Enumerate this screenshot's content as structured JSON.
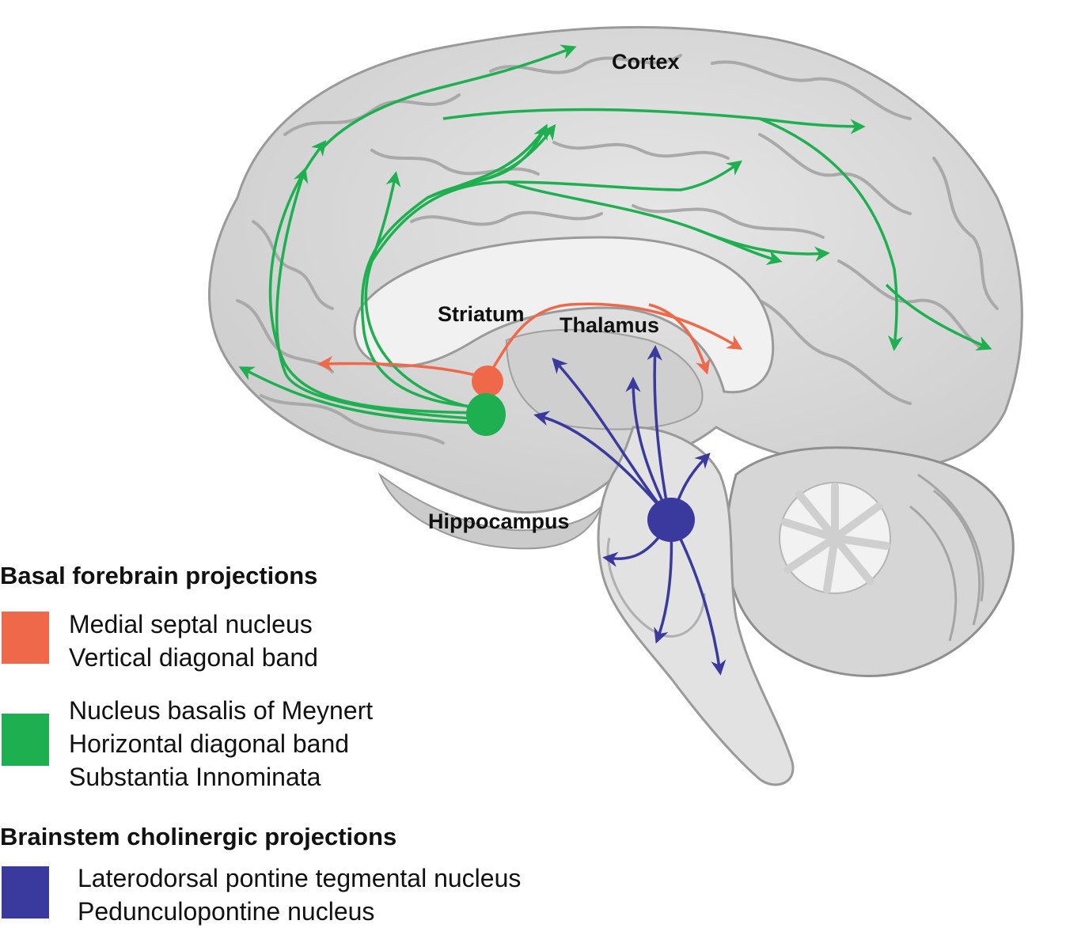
{
  "diagram": {
    "labels": {
      "cortex": "Cortex",
      "striatum": "Striatum",
      "thalamus": "Thalamus",
      "hippocampus": "Hippocampus"
    }
  },
  "legend": {
    "basal_heading": "Basal forebrain projections",
    "groups": [
      {
        "color": "#f0684a",
        "icon": "orange-square",
        "lines": [
          "Medial septal nucleus",
          "Vertical diagonal band"
        ]
      },
      {
        "color": "#1eb050",
        "icon": "green-square",
        "lines": [
          "Nucleus basalis of Meynert",
          "Horizontal diagonal band",
          "Substantia Innominata"
        ]
      }
    ],
    "brainstem_heading": "Brainstem cholinergic projections",
    "brainstem_group": {
      "color": "#3a3a9e",
      "icon": "blue-square",
      "lines": [
        "Laterodorsal pontine tegmental nucleus",
        "Pedunculopontine nucleus"
      ]
    }
  },
  "colors": {
    "basal_orange": "#f0684a",
    "basal_green": "#1eb050",
    "brainstem_blue": "#3a3a9e",
    "brain_gray": "#dcdcdc"
  }
}
